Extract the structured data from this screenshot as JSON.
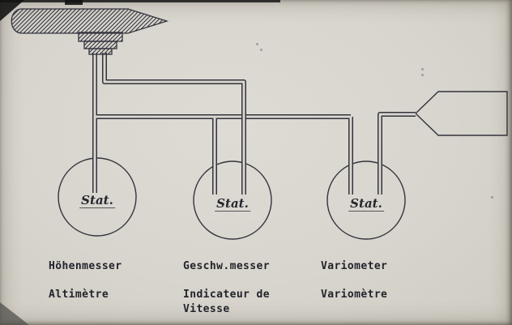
{
  "page": {
    "paper_color": "#d9d6cf",
    "ink_color": "#33333d",
    "text_color": "#23232c"
  },
  "instruments": [
    {
      "dial_text": "Stat.",
      "name_de": "Höhenmesser",
      "name_fr": "Altimètre"
    },
    {
      "dial_text": "Stat.",
      "name_de": "Geschw.messer",
      "name_fr": "Indicateur de Vitesse"
    },
    {
      "dial_text": "Stat.",
      "name_de": "Variometer",
      "name_fr": "Variomètre"
    }
  ]
}
